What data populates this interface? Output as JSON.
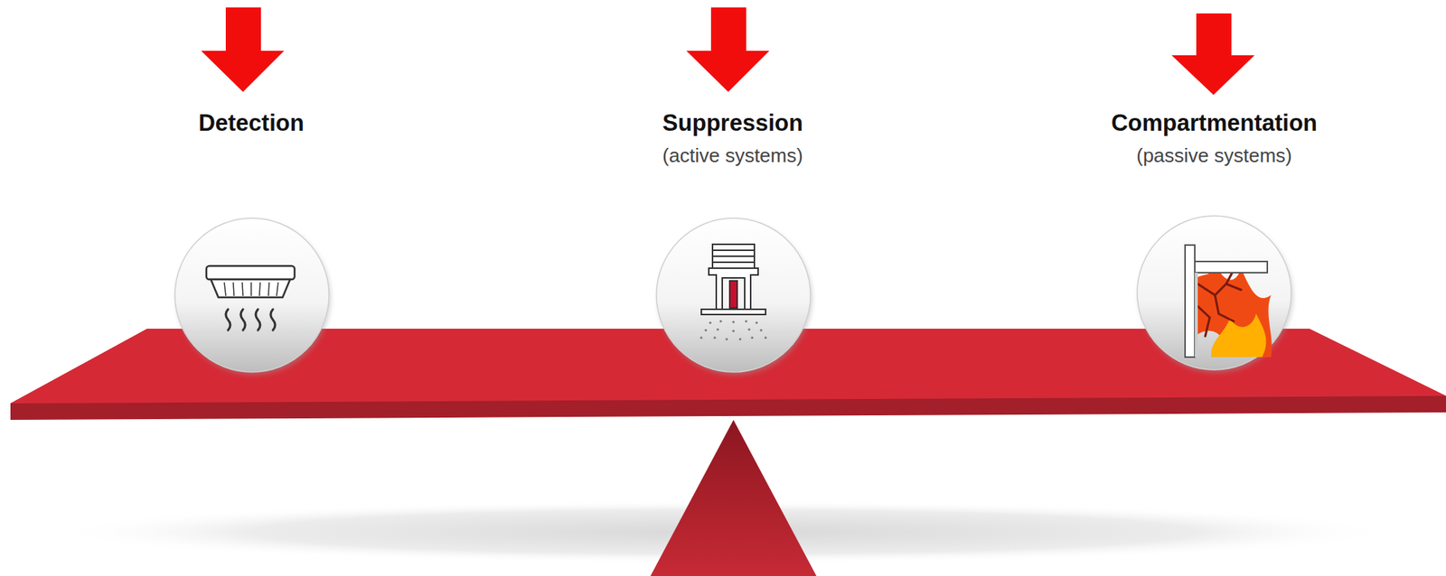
{
  "diagram": {
    "nodes": [
      {
        "text": [
          "Detection"
        ]
      },
      {
        "text": [
          "Suppression",
          "(active systems)"
        ]
      },
      {
        "text": [
          "Compartmentation",
          "(passive systems)"
        ]
      }
    ]
  }
}
